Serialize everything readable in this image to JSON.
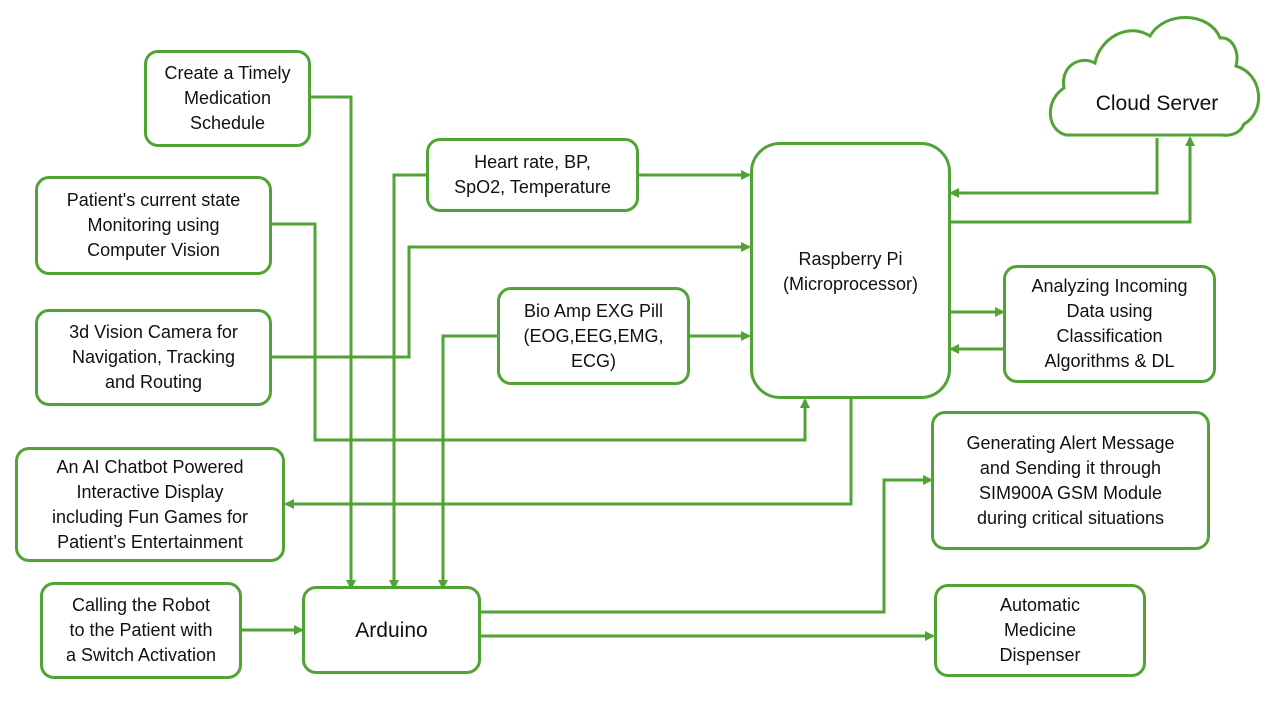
{
  "colors": {
    "accent": "#52a336",
    "text": "#111111",
    "background": "#ffffff"
  },
  "nodes": {
    "medication": {
      "lines": [
        "Create  a Timely",
        "Medication",
        "Schedule"
      ]
    },
    "vision_monitor": {
      "lines": [
        "Patient's current state",
        "Monitoring using",
        "Computer Vision"
      ]
    },
    "camera": {
      "lines": [
        "3d Vision Camera for",
        "Navigation, Tracking",
        "and Routing"
      ]
    },
    "chatbot": {
      "lines": [
        "An AI Chatbot Powered",
        "Interactive Display",
        "including Fun Games for",
        "Patient’s Entertainment"
      ]
    },
    "calling": {
      "lines": [
        "Calling the Robot",
        "to the Patient with",
        "a Switch Activation"
      ]
    },
    "vitals": {
      "lines": [
        "Heart rate, BP,",
        "SpO2, Temperature"
      ]
    },
    "bioamp": {
      "lines": [
        "Bio Amp EXG Pill",
        "(EOG,EEG,EMG,",
        "ECG)"
      ]
    },
    "raspberry": {
      "lines": [
        "Raspberry Pi",
        "(Microprocessor)"
      ]
    },
    "cloud": {
      "label": "Cloud Server"
    },
    "analyzing": {
      "lines": [
        "Analyzing Incoming",
        "Data using",
        "Classification",
        "Algorithms & DL"
      ]
    },
    "alert": {
      "lines": [
        "Generating Alert Message",
        "and Sending it through",
        "SIM900A GSM Module",
        "during critical situations"
      ]
    },
    "arduino": {
      "label": "Arduino"
    },
    "dispenser": {
      "lines": [
        "Automatic",
        "Medicine",
        "Dispenser"
      ]
    }
  }
}
